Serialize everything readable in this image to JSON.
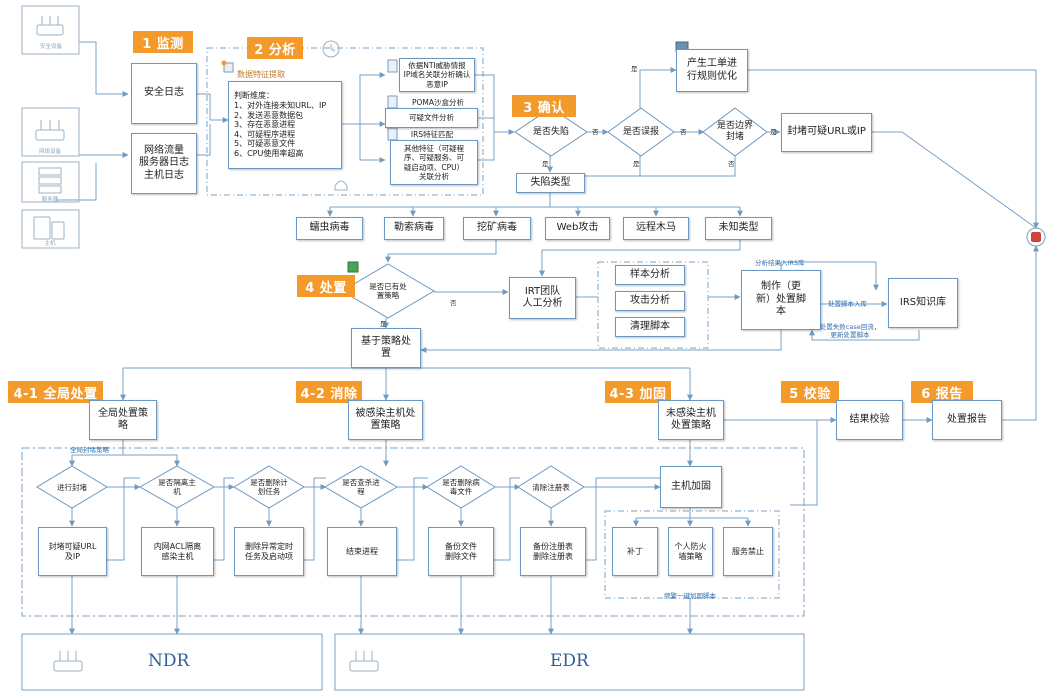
{
  "steps": {
    "monitor": "1 监测",
    "analysis": "2 分析",
    "confirm": "3 确认",
    "handle": "4 处置",
    "global": "4-1 全局处置",
    "eliminate": "4-2 消除",
    "harden": "4-3 加固",
    "verify": "5 校验",
    "report": "6 报告"
  },
  "devices": {
    "security": "安全设备",
    "network": "网络设备",
    "server": "服务器",
    "host": "主机"
  },
  "boxes": {
    "security_log": "安全日志",
    "traffic_log": "网络流量\n服务器日志\n主机日志",
    "feature_caption": "数据特征提取",
    "criteria": "判断维度：\n1、对外连接未知URL、IP\n2、发送恶意数据包\n3、存在恶意进程\n4、可疑程序进程\n5、可疑恶意文件\n6、CPU使用率超高",
    "nti": "依据NTI威胁情报\nIP域名关联分析确认\n恶意IP",
    "poma_title": "POMA沙盒分析",
    "poma": "可疑文件分析",
    "irs_title": "IRS特征匹配",
    "irs": "其他特征（可疑程\n序、可疑服务、可\n疑启动项、CPU）\n关联分析",
    "work_order": "产生工单进\n行规则优化",
    "block_url": "封堵可疑URL或IP",
    "fall_type": "失陷类型",
    "worm": "蠕虫病毒",
    "ransom": "勒索病毒",
    "mining": "挖矿病毒",
    "web": "Web攻击",
    "trojan": "远程木马",
    "unknown": "未知类型",
    "irt": "IRT团队\n人工分析",
    "sample": "样本分析",
    "attack": "攻击分析",
    "clean": "清理脚本",
    "script": "制作（更\n新）处置脚\n本",
    "irs_kb": "IRS知识库",
    "strategy": "基于策略处\n置",
    "global_policy": "全局处置策\n略",
    "infected_policy": "被感染主机处\n置策略",
    "uninfected_policy": "未感染主机\n处置策略",
    "verify_result": "结果校验",
    "report": "处置报告",
    "block_url_ip": "封堵可疑URL\n及IP",
    "acl": "内网ACL隔离\n感染主机",
    "del_task": "删除异常定时\n任务及启动项",
    "end_proc": "结束进程",
    "bak_file": "备份文件\n删除文件",
    "bak_reg": "备份注册表\n删除注册表",
    "host_harden": "主机加固",
    "patch": "补丁",
    "firewall": "个人防火\n墙策略",
    "service_off": "服务禁止"
  },
  "decisions": {
    "is_fallen": "是否失陷",
    "is_false": "是否误报",
    "is_edge": "是否边界\n封堵",
    "has_policy": "是否已有处\n置策略",
    "do_block": "进行封堵",
    "isolate": "是否隔离主\n机",
    "del_plan": "是否删除计\n划任务",
    "kill_proc": "是否查杀进\n程",
    "del_virus": "是否删除病\n毒文件",
    "clear_reg": "清除注册表"
  },
  "labels": {
    "yes": "是",
    "no": "否",
    "analysis_result": "分析结果入IRS库",
    "script_to_kb": "处置脚本入库",
    "update_script": "处置失败case回流，\n更新处置脚本",
    "global_block": "全局封堵策略",
    "harden_script": "频繁一键加固脚本"
  },
  "targets": {
    "ndr": "NDR",
    "edr": "EDR"
  }
}
